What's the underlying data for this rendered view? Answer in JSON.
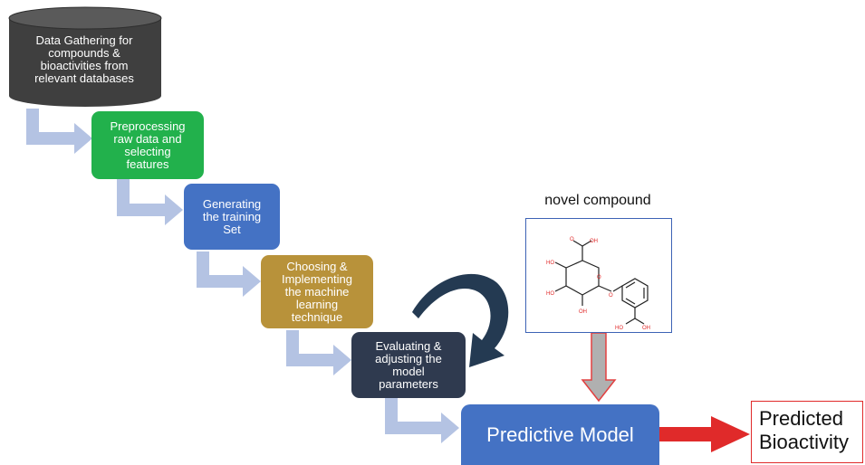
{
  "steps": [
    {
      "lines": [
        "Data Gathering for",
        "compounds &",
        "bioactivities from",
        "relevant databases"
      ],
      "color": "#3f3f3f"
    },
    {
      "lines": [
        "Preprocessing",
        "raw data and",
        "selecting",
        "features"
      ],
      "color": "#22b14c"
    },
    {
      "lines": [
        "Generating",
        "the training",
        "Set"
      ],
      "color": "#4472c4"
    },
    {
      "lines": [
        "Choosing &",
        "Implementing",
        "the machine",
        "learning",
        "technique"
      ],
      "color": "#b8923a"
    },
    {
      "lines": [
        "Evaluating &",
        "adjusting the",
        "model",
        "parameters"
      ],
      "color": "#2f3a4f"
    }
  ],
  "novel_compound": {
    "label": "novel compound",
    "atom_labels": [
      "OH",
      "HO",
      "HO",
      "OH",
      "HO",
      "O",
      "O",
      "O",
      "OH"
    ]
  },
  "predictive_model": {
    "label": "Predictive Model",
    "color": "#4472c4"
  },
  "result": {
    "lines": [
      "Predicted",
      "Bioactivity"
    ],
    "border_color": "#e02a2a"
  },
  "colors": {
    "step_arrow": "#b4c3e3",
    "feedback_arrow": "#243a52",
    "input_arrow_fill": "#b0b0b0",
    "input_arrow_stroke": "#e24040",
    "output_arrow": "#e02a2a"
  }
}
